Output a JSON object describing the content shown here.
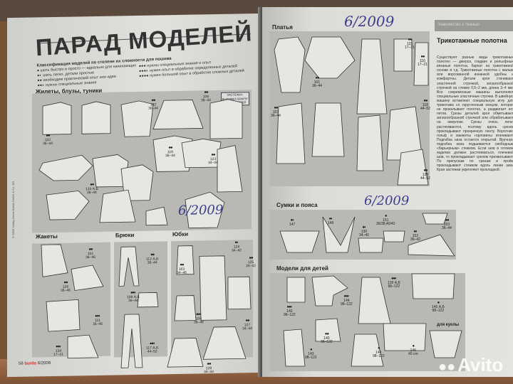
{
  "left_page": {
    "title": "ПАРАД МОДЕЛЕЙ",
    "legend_heading": "Классификация моделей по степени их сложности для пошива",
    "legend": [
      "● шить быстро и просто — идеально для начинающих",
      "●◐ шить легко, детали простые",
      "●● необходим практический опыт или идеи",
      "●●◐ нужны специальные знания",
      "●●● нужны специальные знания и опыт",
      "●●●◐ нужен опыт в обработке определенных деталей",
      "●●●● нужен большой опыт в обработке сложных деталей"
    ],
    "sections": {
      "vests": "Жилеты, блузы, туники",
      "jackets": "Жакеты",
      "trousers": "Брюки",
      "skirts": "Юбки"
    },
    "note": "ЗАСТЕЖКА-ВЫШИВКА ВОКРУГ ШЕИ И КИСТЕЙ",
    "models": [
      {
        "dots": "●●",
        "num": "110",
        "sizes": "36–44"
      },
      {
        "dots": "●●",
        "num": "102",
        "sizes": "36–44"
      },
      {
        "dots": "●●",
        "num": "106",
        "sizes": "36–44"
      },
      {
        "dots": "●●",
        "num": "133 А,Б",
        "sizes": "36–44"
      },
      {
        "dots": "●●",
        "num": "119",
        "sizes": "36–44"
      },
      {
        "dots": "●●",
        "num": "123",
        "sizes": "34–44"
      },
      {
        "dots": "●●",
        "num": "101",
        "sizes": "36–46"
      },
      {
        "dots": "●●",
        "num": "126",
        "sizes": "36–46"
      },
      {
        "dots": "●●◐",
        "num": "111",
        "sizes": "36–46"
      },
      {
        "dots": "●●◐",
        "num": "134",
        "sizes": "17–21"
      },
      {
        "dots": "●●",
        "num": "112 А,Б",
        "sizes": "36–44"
      },
      {
        "dots": "●●◐",
        "num": "109 А,Б",
        "sizes": "36–44"
      },
      {
        "dots": "●●◐",
        "num": "117 А,Б",
        "sizes": "44–52"
      },
      {
        "dots": "●●",
        "num": "103",
        "sizes": "34–46"
      },
      {
        "dots": "●◐",
        "num": "124",
        "sizes": "34–42"
      },
      {
        "dots": "●●",
        "num": "125",
        "sizes": "34–42"
      },
      {
        "dots": "●●◐",
        "num": "104",
        "sizes": "36–46"
      },
      {
        "dots": "●●",
        "num": "127",
        "sizes": "34–44"
      },
      {
        "dots": "●●",
        "num": "128",
        "sizes": "34–44"
      }
    ],
    "handwritten": "6/2009",
    "folio_page": "56",
    "folio_brand": "burda",
    "folio_issue": "6/2009",
    "credit": "© 2009 Verlag Aenne Burda GmbH & Co. KG"
  },
  "right_page": {
    "handwritten_top": "6/2009",
    "handwritten_mid": "6/2009",
    "sections": {
      "dresses": "Платья",
      "bags": "Сумки и пояса",
      "kids": "Модели для детей",
      "doll": "для куклы"
    },
    "dress_models": [
      {
        "dots": "●●",
        "num": "101",
        "sizes": "36–44"
      },
      {
        "dots": "●●",
        "num": "115",
        "sizes": "17–21"
      },
      {
        "dots": "●●",
        "num": "116",
        "sizes": "17–21"
      },
      {
        "dots": "●●",
        "num": "107",
        "sizes": "36–44"
      },
      {
        "dots": "●●",
        "num": "118",
        "sizes": "44–52"
      },
      {
        "dots": "●●",
        "num": "138",
        "sizes": "44–52"
      }
    ],
    "bag_models": [
      {
        "dots": "●◐",
        "num": "147",
        "sizes": ""
      },
      {
        "dots": "●◐",
        "num": "149",
        "sizes": ""
      },
      {
        "dots": "●◐",
        "num": "130",
        "sizes": "34–40"
      },
      {
        "dots": "●",
        "num": "151",
        "sizes": "36/38,40/42"
      },
      {
        "dots": "●◐",
        "num": "152",
        "sizes": "36–42"
      },
      {
        "dots": "●●",
        "num": "153",
        "sizes": "36–44"
      }
    ],
    "kids_models": [
      {
        "dots": "●●◐",
        "num": "142",
        "sizes": "98–122"
      },
      {
        "dots": "●●◐",
        "num": "144",
        "sizes": "98–122"
      },
      {
        "dots": "●●◐",
        "num": "139 А,Б",
        "sizes": "98–122"
      },
      {
        "dots": "●",
        "num": "145 А,Б",
        "sizes": "98–122"
      },
      {
        "dots": "●●",
        "num": "140",
        "sizes": "98–122"
      },
      {
        "dots": "●",
        "num": "143",
        "sizes": "98–122"
      },
      {
        "dots": "●",
        "num": "141",
        "sizes": "98–122"
      },
      {
        "dots": "●",
        "num": "146",
        "sizes": "40 cm"
      }
    ],
    "sidebar": {
      "header": "Знакомство с тканью",
      "title": "Трикотажные полотна",
      "body": "Существуют разные виды трикотажных полотен — джерси, гладкие и рельефные вязаные полотна, бархат на трикотажной основе и т.д. Трикотажные полотна с малым или ворсованной изнанкой удобны и комфортны. Детали кроя стачивают эластичной строчкой, зигзагообразной строчкой на стежке 0,5–2 мм, длина 3–4 мм. Все современные машины выполняют специальные эластичные строчки. В швейную машину вставляют специальную иглу для трикотажа со скругленным концом, которая не прокалывает полотно, а раздвигает его петли. Срезы деталей кроя обметывают зигзагообразной строчкой или обрабатывают на оверлоке. Срезы очень легко растягиваются, поэтому вдоль срезов прокладывают прозрачную ленту. Воротник, гольф и манжеты горловины втачивают. Подгибка низа остается открытой. Вручную подгибка низа подшивается свободным «барьерным» стежком. Если шов в готовом изделии должен растягиваться, плечевой шов, то прокладывают срезом прихватывают. По припускам по срезам и пройм прокладывают стежком вдоль линии шва. Края застежки укрепляют прокладкой."
    }
  },
  "watermark": "Avito"
}
